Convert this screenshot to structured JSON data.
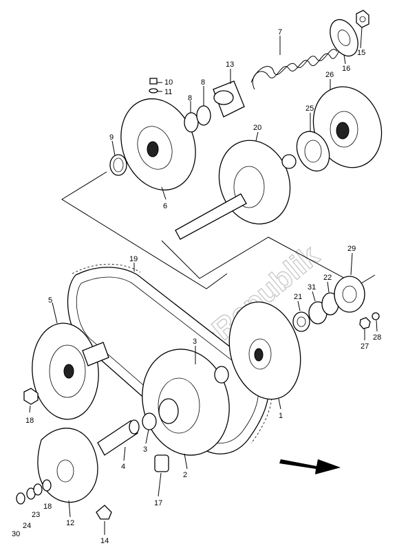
{
  "diagram": {
    "watermark": "PartsRepublik",
    "part_numbers": [
      "1",
      "2",
      "3",
      "3",
      "4",
      "5",
      "6",
      "7",
      "8",
      "8",
      "9",
      "10",
      "11",
      "12",
      "13",
      "14",
      "15",
      "16",
      "17",
      "18",
      "18",
      "19",
      "20",
      "21",
      "22",
      "23",
      "24",
      "25",
      "26",
      "27",
      "28",
      "29",
      "30",
      "31"
    ]
  }
}
